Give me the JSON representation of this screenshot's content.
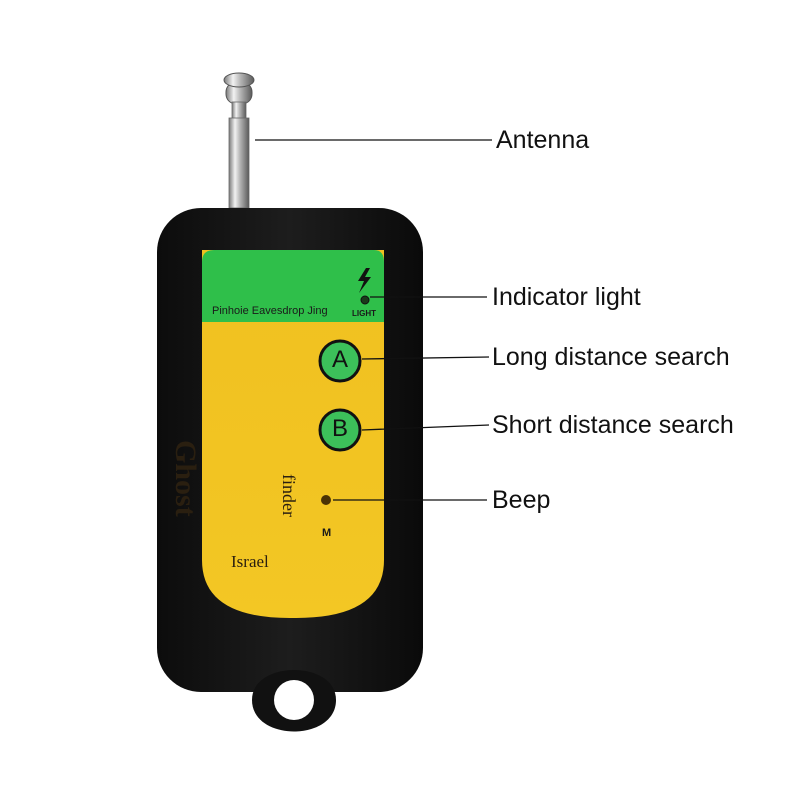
{
  "device": {
    "brand_line": "Pinhoie Eavesdrop Jing",
    "light_label": "LIGHT",
    "button_a": "A",
    "button_b": "B",
    "name_word1": "Ghost",
    "name_word2": "finder",
    "origin": "Israel",
    "beep_label": "M",
    "colors": {
      "case": "#151515",
      "green_panel": "#2fbf4a",
      "yellow_panel": "#f2c21d",
      "button_green": "#3cc05a"
    },
    "icons": [
      "antenna-icon",
      "lightning-icon",
      "indicator-light-icon",
      "beep-speaker-icon"
    ]
  },
  "callouts": {
    "antenna": "Antenna",
    "indicator_light": "Indicator light",
    "long_distance": "Long distance search",
    "short_distance": "Short distance search",
    "beep": "Beep"
  }
}
